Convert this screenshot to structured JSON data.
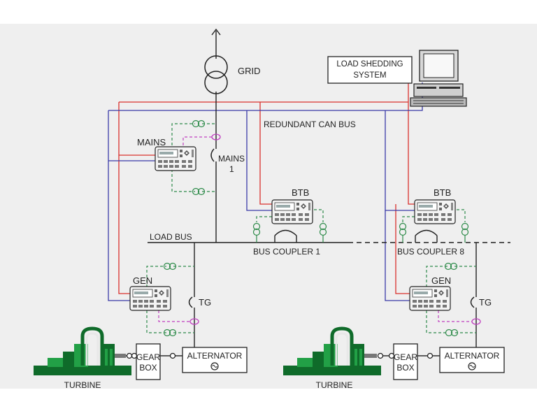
{
  "labels": {
    "grid": "GRID",
    "load_shedding_line1": "LOAD SHEDDING",
    "load_shedding_line2": "SYSTEM",
    "redundant_can_bus": "REDUNDANT CAN BUS",
    "mains": "MAINS",
    "mains_breaker_line1": "MAINS",
    "mains_breaker_line2": "1",
    "btb_left": "BTB",
    "btb_right": "BTB",
    "load_bus": "LOAD BUS",
    "bus_coupler_1": "BUS COUPLER 1",
    "bus_coupler_8": "BUS COUPLER 8",
    "gen_left": "GEN",
    "gen_right": "GEN",
    "tg_left": "TG",
    "tg_right": "TG",
    "gear_box_line1": "GEAR",
    "gear_box_line2": "BOX",
    "alternator": "ALTERNATOR",
    "turbine_left": "TURBINE",
    "turbine_right": "TURBINE"
  },
  "colors": {
    "background_band": "#efefef",
    "line": "#222222",
    "can_red": "#d9302c",
    "can_blue": "#3a3aa8",
    "dashed_green": "#2e8b4a",
    "dashed_magenta": "#c040c0",
    "turbine_dark": "#0f6b2a",
    "turbine_light": "#22a046"
  },
  "icons": {
    "controller": "controller-unit-icon",
    "transformer": "transformer-icon",
    "computer": "computer-terminal-icon",
    "ct": "current-transformer-icon",
    "breaker": "circuit-breaker-icon",
    "generator_symbol": "generator-symbol-icon",
    "turbine": "turbine-icon"
  }
}
